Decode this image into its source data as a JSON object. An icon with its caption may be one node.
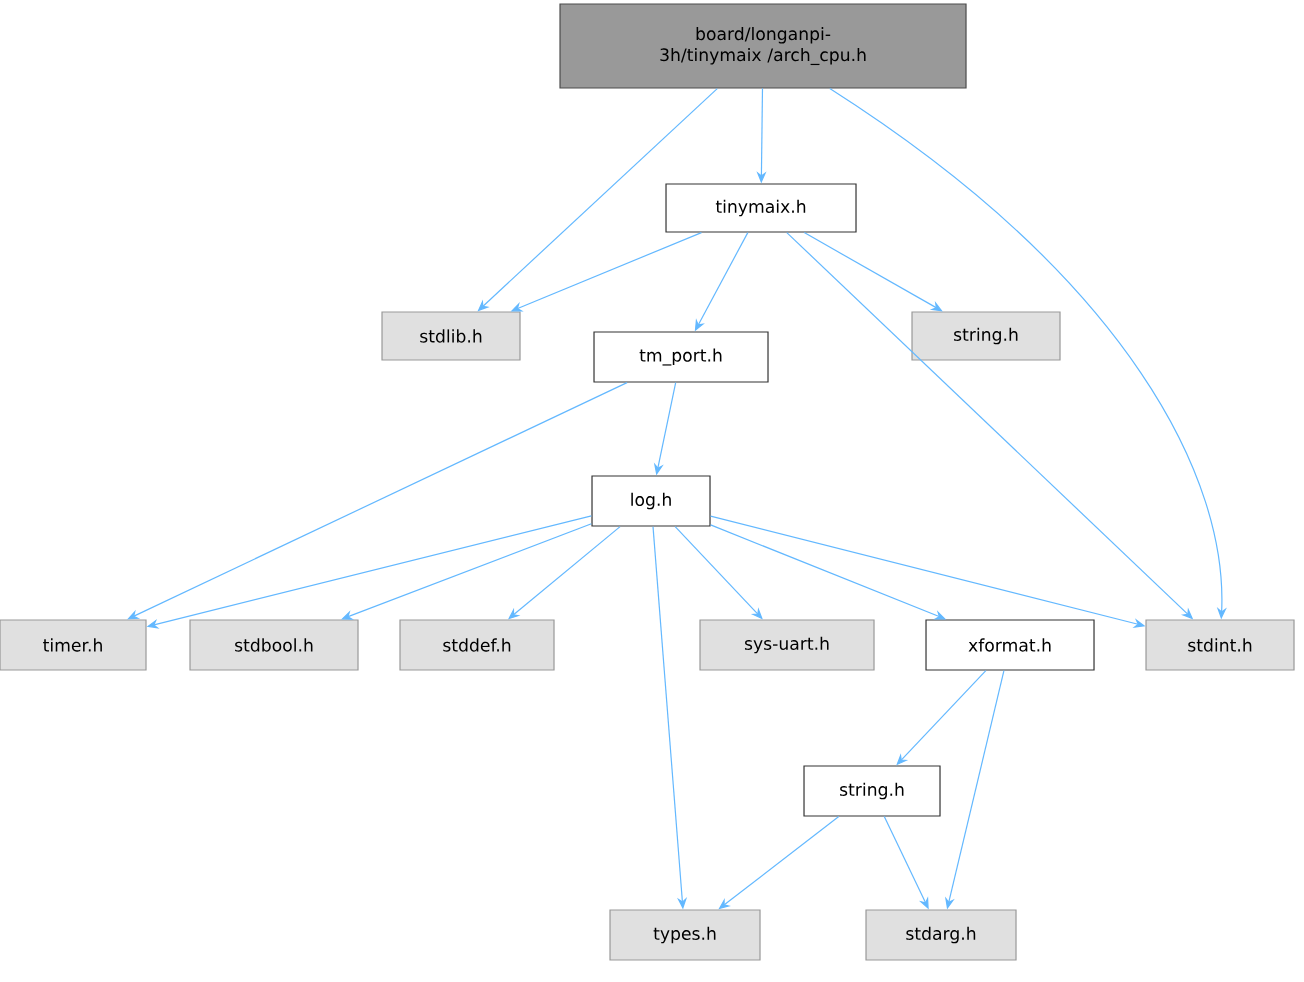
{
  "diagram": {
    "nodes": [
      {
        "text": [
          "board/longanpi-3h/tinymaix /arch_cpu.h"
        ]
      },
      {
        "text": [
          "tinymaix.h"
        ]
      },
      {
        "text": [
          "stdlib.h"
        ]
      },
      {
        "text": [
          "tm_port.h"
        ]
      },
      {
        "text": [
          "string.h"
        ]
      },
      {
        "text": [
          "log.h"
        ]
      },
      {
        "text": [
          "timer.h"
        ]
      },
      {
        "text": [
          "stdbool.h"
        ]
      },
      {
        "text": [
          "stddef.h"
        ]
      },
      {
        "text": [
          "sys-uart.h"
        ]
      },
      {
        "text": [
          "xformat.h"
        ]
      },
      {
        "text": [
          "stdint.h"
        ]
      },
      {
        "text": [
          "string.h"
        ]
      },
      {
        "text": [
          "types.h"
        ]
      },
      {
        "text": [
          "stdarg.h"
        ]
      }
    ],
    "edges": [
      {
        "from": 0,
        "to": 2,
        "arrow": "to"
      },
      {
        "from": 0,
        "to": 1,
        "arrow": "to"
      },
      {
        "from": 0,
        "to": 11,
        "arrow": "to"
      },
      {
        "from": 1,
        "to": 2,
        "arrow": "to"
      },
      {
        "from": 1,
        "to": 3,
        "arrow": "to"
      },
      {
        "from": 1,
        "to": 4,
        "arrow": "to"
      },
      {
        "from": 1,
        "to": 11,
        "arrow": "to"
      },
      {
        "from": 3,
        "to": 6,
        "arrow": "to"
      },
      {
        "from": 3,
        "to": 5,
        "arrow": "to"
      },
      {
        "from": 5,
        "to": 6,
        "arrow": "to"
      },
      {
        "from": 5,
        "to": 7,
        "arrow": "to"
      },
      {
        "from": 5,
        "to": 8,
        "arrow": "to"
      },
      {
        "from": 5,
        "to": 13,
        "arrow": "to"
      },
      {
        "from": 5,
        "to": 9,
        "arrow": "to"
      },
      {
        "from": 5,
        "to": 10,
        "arrow": "to"
      },
      {
        "from": 5,
        "to": 11,
        "arrow": "to"
      },
      {
        "from": 10,
        "to": 12,
        "arrow": "to"
      },
      {
        "from": 10,
        "to": 14,
        "arrow": "to"
      },
      {
        "from": 12,
        "to": 13,
        "arrow": "to"
      },
      {
        "from": 12,
        "to": 14,
        "arrow": "to"
      }
    ]
  }
}
